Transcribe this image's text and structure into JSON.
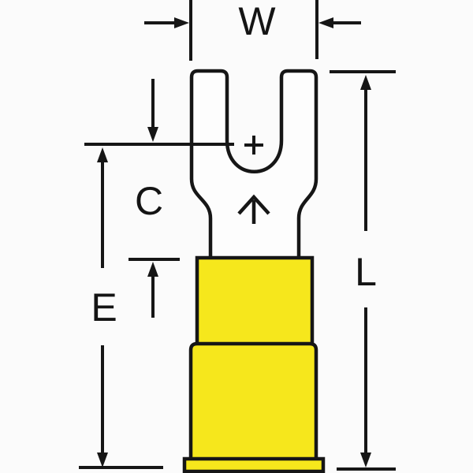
{
  "diagram": {
    "type": "dimensioned technical drawing",
    "subject": "insulated fork (spade) crimp terminal, front view",
    "labels": {
      "w": "W",
      "c": "C",
      "e": "E",
      "l": "L"
    },
    "marks": {
      "plus": "+",
      "orientation_arrow": "up-chevron-arrow"
    },
    "colors": {
      "insulation_yellow": "#F6E71C",
      "line_black": "#161616",
      "background": "#FBFBFB"
    }
  }
}
